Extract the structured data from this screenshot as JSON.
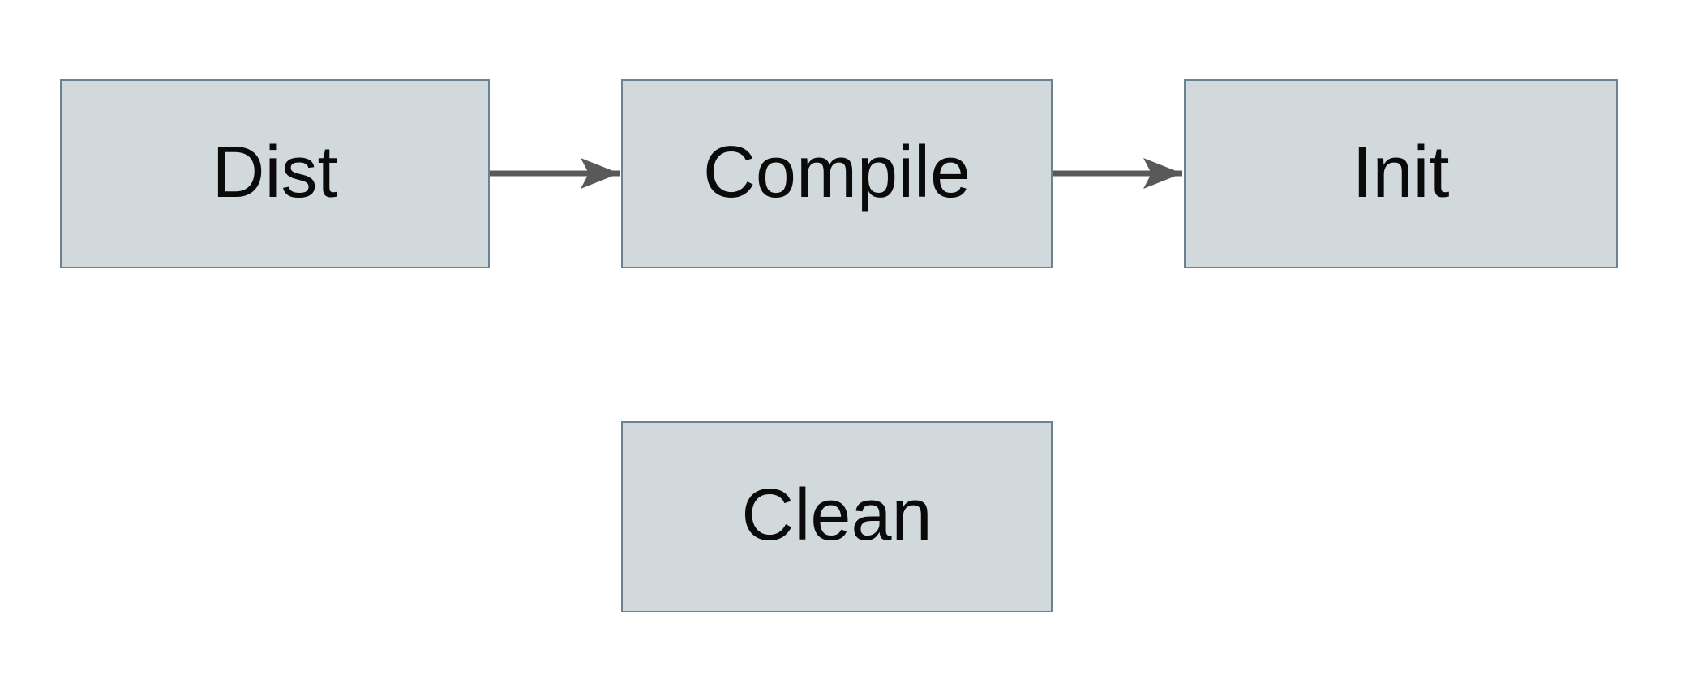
{
  "diagram": {
    "type": "flowchart",
    "colors": {
      "background": "#ffffff",
      "node_fill": "#d1d9dd",
      "node_border": "#6b8290",
      "arrow": "#595959",
      "text": "#0a0a0a"
    },
    "nodes": [
      {
        "id": "dist",
        "label": "Dist"
      },
      {
        "id": "compile",
        "label": "Compile"
      },
      {
        "id": "init",
        "label": "Init"
      },
      {
        "id": "clean",
        "label": "Clean"
      }
    ],
    "edges": [
      {
        "from": "Dist",
        "to": "Compile",
        "direction": "right"
      },
      {
        "from": "Compile",
        "to": "Init",
        "direction": "right"
      }
    ]
  }
}
